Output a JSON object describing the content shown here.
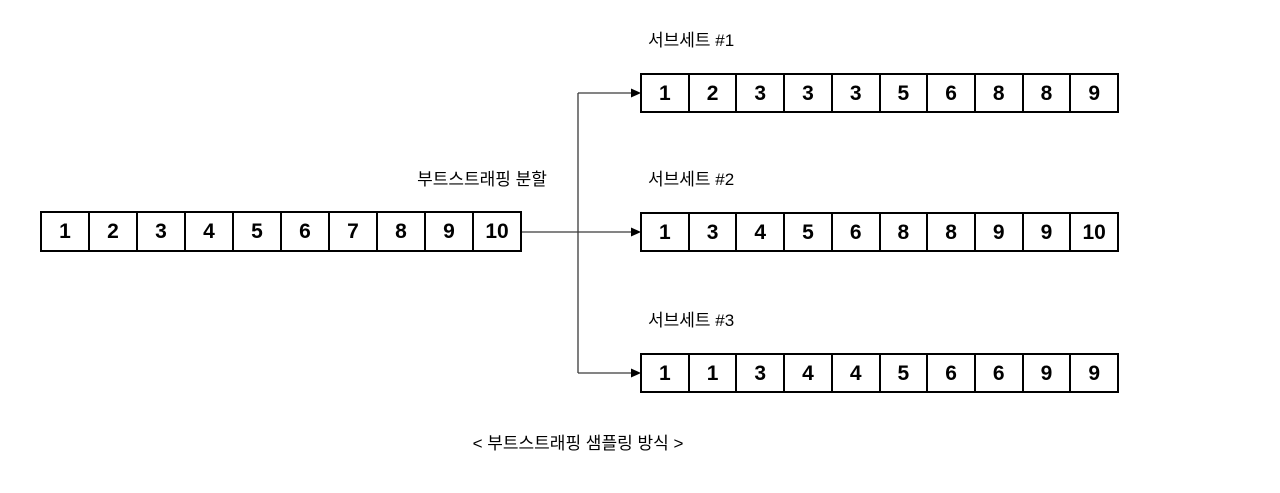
{
  "diagram": {
    "source_array": {
      "cells": [
        "1",
        "2",
        "3",
        "4",
        "5",
        "6",
        "7",
        "8",
        "9",
        "10"
      ]
    },
    "split_label": "부트스트래핑 분할",
    "subsets": [
      {
        "label": "서브세트 #1",
        "cells": [
          "1",
          "2",
          "3",
          "3",
          "3",
          "5",
          "6",
          "8",
          "8",
          "9"
        ]
      },
      {
        "label": "서브세트 #2",
        "cells": [
          "1",
          "3",
          "4",
          "5",
          "6",
          "8",
          "8",
          "9",
          "9",
          "10"
        ]
      },
      {
        "label": "서브세트 #3",
        "cells": [
          "1",
          "1",
          "3",
          "4",
          "4",
          "5",
          "6",
          "6",
          "9",
          "9"
        ]
      }
    ],
    "caption": "< 부트스트래핑 샘플링 방식 >",
    "colors": {
      "background": "#ffffff",
      "box_border": "#000000",
      "cell_text": "#000000",
      "connector_line": "#3a3a3a",
      "arrowhead": "#000000"
    }
  }
}
